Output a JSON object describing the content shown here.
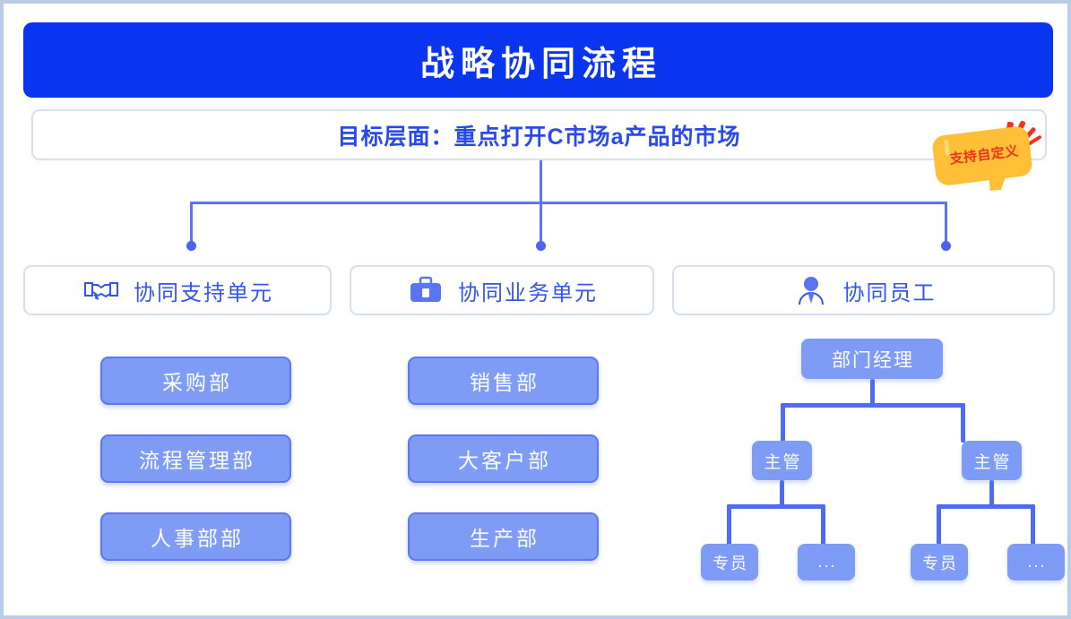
{
  "colors": {
    "title_bar": "#0a35f0",
    "accent_blue": "#3355ee",
    "node_fill": "#7e9cf6",
    "node_border": "#5b78f0",
    "connector": "#5b74f5",
    "frame": "#b9cdeb",
    "badge_bg": "#ffbf36",
    "badge_text": "#f0321e"
  },
  "header": {
    "title": "战略协同流程"
  },
  "goal": {
    "text": "目标层面：重点打开C市场a产品的市场"
  },
  "badge": {
    "label": "支持自定义"
  },
  "categories": [
    {
      "label": "协同支持单元",
      "icon": "handshake-icon"
    },
    {
      "label": "协同业务单元",
      "icon": "briefcase-icon"
    },
    {
      "label": "协同员工",
      "icon": "employee-icon"
    }
  ],
  "columns": {
    "support_units": [
      "采购部",
      "流程管理部",
      "人事部部"
    ],
    "business_units": [
      "销售部",
      "大客户部",
      "生产部"
    ]
  },
  "org_tree": {
    "manager": "部门经理",
    "supervisor_left": "主管",
    "supervisor_right": "主管",
    "leaf_left_1": "专员",
    "leaf_left_2": "...",
    "leaf_right_1": "专员",
    "leaf_right_2": "..."
  }
}
